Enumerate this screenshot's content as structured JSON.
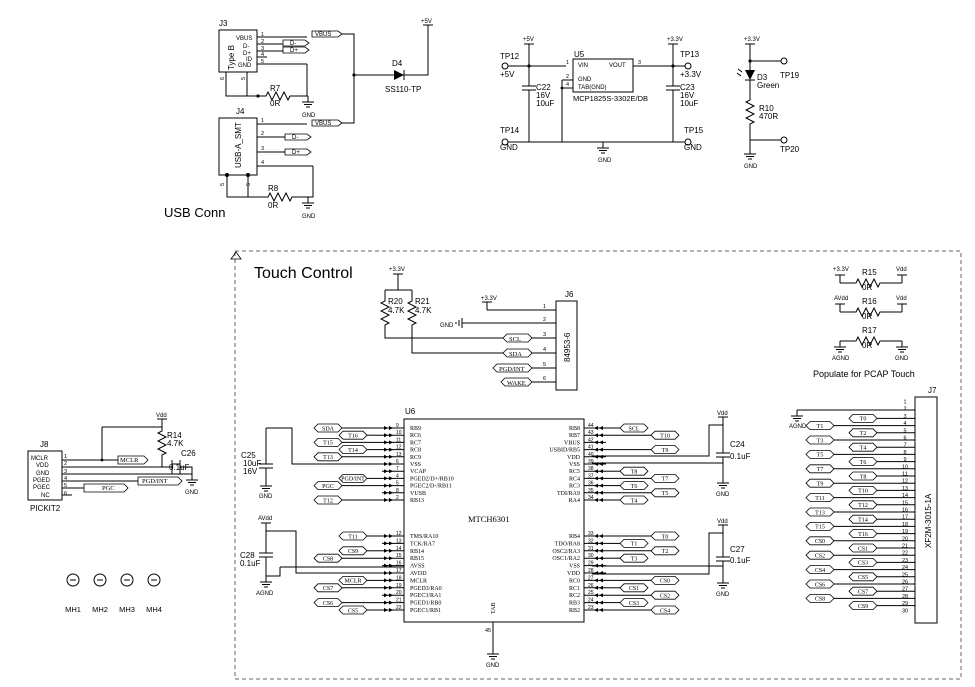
{
  "headings": {
    "usb": "USB Conn",
    "touch": "Touch Control",
    "pcap_note": "Populate for PCAP Touch"
  },
  "nets": {
    "vbus": "VBUS",
    "dm": "D-",
    "dp": "D+",
    "p5v": "+5V",
    "p33v": "+3.3V",
    "vdd": "Vdd",
    "avdd": "AVdd",
    "gnd": "GND",
    "agnd": "AGND",
    "scl": "SCL",
    "sda": "SDA",
    "pgd_int": "PGD/INT",
    "wake": "WAKE",
    "pgc": "PGC",
    "mclr": "MCLR"
  },
  "j3": {
    "ref": "J3",
    "body": "Type B",
    "pins": [
      "VBUS",
      "D-",
      "D+",
      "ID",
      "GND"
    ],
    "nums": [
      "1",
      "2",
      "3",
      "4",
      "5"
    ],
    "shell": [
      "6",
      "5"
    ]
  },
  "j4": {
    "ref": "J4",
    "body": "USB-A_SMT",
    "nums": [
      "1",
      "2",
      "3",
      "4"
    ],
    "shell": [
      "5",
      "6"
    ]
  },
  "r7": {
    "ref": "R7",
    "val": "0R"
  },
  "r8": {
    "ref": "R8",
    "val": "0R"
  },
  "d4": {
    "ref": "D4",
    "val": "SS110-TP"
  },
  "u5": {
    "ref": "U5",
    "part": "MCP1825S-3302E/DB",
    "pins": [
      "VIN",
      "VOUT",
      "GND",
      "TAB(GND)"
    ],
    "nums": [
      "1",
      "3",
      "2",
      "4"
    ]
  },
  "tp12": {
    "ref": "TP12",
    "net": "+5V"
  },
  "tp13": {
    "ref": "TP13",
    "net": "+3.3V"
  },
  "tp14": {
    "ref": "TP14",
    "net": "GND"
  },
  "tp15": {
    "ref": "TP15",
    "net": "GND"
  },
  "tp19": {
    "ref": "TP19"
  },
  "tp20": {
    "ref": "TP20"
  },
  "c22": {
    "ref": "C22",
    "v": "16V",
    "val": "10uF"
  },
  "c23": {
    "ref": "C23",
    "v": "16V",
    "val": "10uF"
  },
  "d3": {
    "ref": "D3",
    "val": "Green"
  },
  "r10": {
    "ref": "R10",
    "val": "470R"
  },
  "r20": {
    "ref": "R20",
    "val": "4.7K"
  },
  "r21": {
    "ref": "R21",
    "val": "4.7K"
  },
  "j6": {
    "ref": "J6",
    "part": "84953-6",
    "nums": [
      "1",
      "2",
      "3",
      "4",
      "5",
      "6"
    ]
  },
  "r15": {
    "ref": "R15",
    "val": "0R"
  },
  "r16": {
    "ref": "R16",
    "val": "0R"
  },
  "r17": {
    "ref": "R17",
    "val": "0R"
  },
  "j8": {
    "ref": "J8",
    "name": "PICKIT2",
    "pins": [
      "MCLR",
      "VDD",
      "GND",
      "PGED",
      "PGEC",
      "NC"
    ],
    "nums": [
      "1",
      "2",
      "3",
      "4",
      "5",
      "6"
    ]
  },
  "r14": {
    "ref": "R14",
    "val": "4.7K"
  },
  "c26": {
    "ref": "C26",
    "val": "0.1uF"
  },
  "c25": {
    "ref": "C25",
    "v": "16V",
    "val": "10uF"
  },
  "c28": {
    "ref": "C28",
    "val": "0.1uF"
  },
  "c24": {
    "ref": "C24",
    "val": "0.1uF"
  },
  "c27": {
    "ref": "C27",
    "val": "0.1uF"
  },
  "mh": [
    "MH1",
    "MH2",
    "MH3",
    "MH4"
  ],
  "u6": {
    "ref": "U6",
    "part": "MTCH6301",
    "tab": "TAB",
    "tab_num": "45",
    "left": [
      {
        "n": "9",
        "pin": "RB9",
        "net": "SDA"
      },
      {
        "n": "10",
        "pin": "RC6",
        "net": "T16"
      },
      {
        "n": "11",
        "pin": "RC7",
        "net": "T15"
      },
      {
        "n": "12",
        "pin": "RC8",
        "net": "T14"
      },
      {
        "n": "13",
        "pin": "RC9",
        "net": "T13"
      },
      {
        "n": "6",
        "pin": "VSS",
        "net": ""
      },
      {
        "n": "7",
        "pin": "VCAP",
        "net": ""
      },
      {
        "n": "4",
        "pin": "PGED2/D+/RB10",
        "net": "PGD/INT"
      },
      {
        "n": "5",
        "pin": "PGEC2/D-/RB11",
        "net": "PGC"
      },
      {
        "n": "8",
        "pin": "VUSB",
        "net": ""
      },
      {
        "n": "2",
        "pin": "RB13",
        "net": "T12"
      },
      {
        "n": "12",
        "pin": "TMS/RA10",
        "net": "T11"
      },
      {
        "n": "13",
        "pin": "TCK/RA7",
        "net": ""
      },
      {
        "n": "14",
        "pin": "RB14",
        "net": "CS9"
      },
      {
        "n": "15",
        "pin": "RB15",
        "net": "CS8"
      },
      {
        "n": "16",
        "pin": "AVSS",
        "net": ""
      },
      {
        "n": "17",
        "pin": "AVDD",
        "net": ""
      },
      {
        "n": "18",
        "pin": "MCLR",
        "net": "MCLR"
      },
      {
        "n": "19",
        "pin": "PGED3/RA0",
        "net": "CS7"
      },
      {
        "n": "20",
        "pin": "PGEC3/RA1",
        "net": ""
      },
      {
        "n": "21",
        "pin": "PGED1/RB0",
        "net": "CS6"
      },
      {
        "n": "22",
        "pin": "PGEC1/RB1",
        "net": "CS5"
      }
    ],
    "right": [
      {
        "n": "44",
        "pin": "RB8",
        "net": "SCL"
      },
      {
        "n": "43",
        "pin": "RB7",
        "net": "T10"
      },
      {
        "n": "42",
        "pin": "VBUS",
        "net": ""
      },
      {
        "n": "41",
        "pin": "USBID/RB5",
        "net": "T9"
      },
      {
        "n": "40",
        "pin": "VDD",
        "net": ""
      },
      {
        "n": "39",
        "pin": "VSS",
        "net": ""
      },
      {
        "n": "38",
        "pin": "RC5",
        "net": "T8"
      },
      {
        "n": "37",
        "pin": "RC4",
        "net": "T7"
      },
      {
        "n": "36",
        "pin": "RC3",
        "net": "T6"
      },
      {
        "n": "35",
        "pin": "TDI/RA9",
        "net": "T5"
      },
      {
        "n": "34",
        "pin": "RA4",
        "net": "T4"
      },
      {
        "n": "33",
        "pin": "RB4",
        "net": "T0"
      },
      {
        "n": "32",
        "pin": "TDO/RA8",
        "net": "T1"
      },
      {
        "n": "31",
        "pin": "OSC2/RA3",
        "net": "T2"
      },
      {
        "n": "30",
        "pin": "OSC1/RA2",
        "net": "T3"
      },
      {
        "n": "29",
        "pin": "VSS",
        "net": ""
      },
      {
        "n": "28",
        "pin": "VDD",
        "net": ""
      },
      {
        "n": "27",
        "pin": "RC0",
        "net": "CS0"
      },
      {
        "n": "26",
        "pin": "RC1",
        "net": "CS1"
      },
      {
        "n": "25",
        "pin": "RC2",
        "net": "CS2"
      },
      {
        "n": "24",
        "pin": "RB3",
        "net": "CS3"
      },
      {
        "n": "23",
        "pin": "RB2",
        "net": "CS4"
      }
    ]
  },
  "j7": {
    "ref": "J7",
    "part": "XF2M-3015-1A",
    "gnd": "AGND",
    "pins": [
      {
        "n": "1",
        "net": ""
      },
      {
        "n": "2",
        "net": ""
      },
      {
        "n": "3",
        "net": "T0"
      },
      {
        "n": "4",
        "net": "T1"
      },
      {
        "n": "5",
        "net": "T2"
      },
      {
        "n": "6",
        "net": "T3"
      },
      {
        "n": "7",
        "net": "T4"
      },
      {
        "n": "8",
        "net": "T5"
      },
      {
        "n": "9",
        "net": "T6"
      },
      {
        "n": "10",
        "net": "T7"
      },
      {
        "n": "11",
        "net": "T8"
      },
      {
        "n": "12",
        "net": "T9"
      },
      {
        "n": "13",
        "net": "T10"
      },
      {
        "n": "14",
        "net": "T11"
      },
      {
        "n": "15",
        "net": "T12"
      },
      {
        "n": "16",
        "net": "T13"
      },
      {
        "n": "17",
        "net": "T14"
      },
      {
        "n": "18",
        "net": "T15"
      },
      {
        "n": "19",
        "net": "T16"
      },
      {
        "n": "20",
        "net": "CS0"
      },
      {
        "n": "21",
        "net": "CS1"
      },
      {
        "n": "22",
        "net": "CS2"
      },
      {
        "n": "23",
        "net": "CS3"
      },
      {
        "n": "24",
        "net": "CS4"
      },
      {
        "n": "25",
        "net": "CS5"
      },
      {
        "n": "26",
        "net": "CS6"
      },
      {
        "n": "27",
        "net": "CS7"
      },
      {
        "n": "28",
        "net": "CS8"
      },
      {
        "n": "29",
        "net": "CS9"
      },
      {
        "n": "30",
        "net": ""
      }
    ]
  }
}
